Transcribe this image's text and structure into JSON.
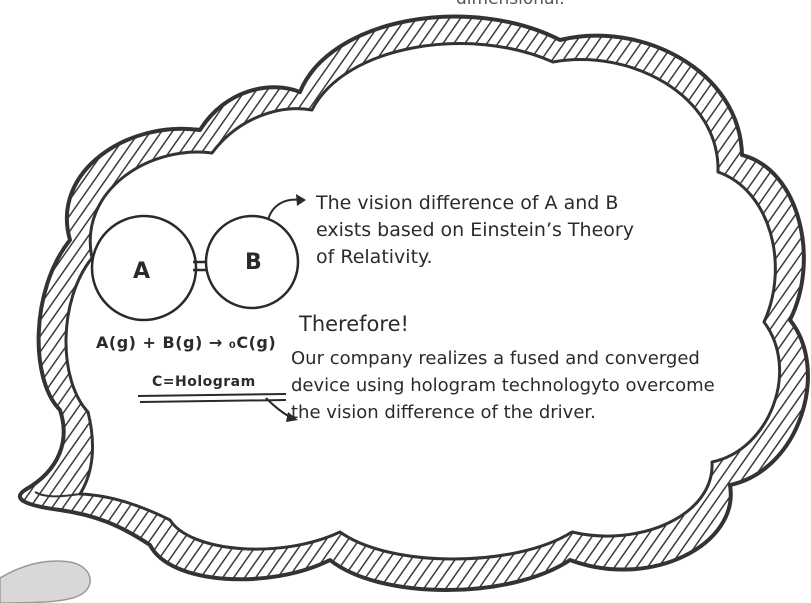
{
  "top_caption": "dimensional.",
  "diagram": {
    "circle_a_label": "A",
    "circle_b_label": "B"
  },
  "vision_text": {
    "line1": "The vision difference of A and B",
    "line2": "exists based on Einstein’s Theory",
    "line3": "of Relativity."
  },
  "equation": "A(g) + B(g) → ₀C(g)",
  "hologram_definition": "C=Hologram",
  "therefore_heading": "Therefore!",
  "conclusion": {
    "line1": "Our company realizes a fused and converged",
    "line2": "device using hologram technologyto overcome",
    "line3": "the vision difference of the driver."
  },
  "colors": {
    "outline": "#3a3a3a",
    "hatch": "#3a3a3a",
    "text": "#2b2b2b",
    "hand": "#cfcfcf"
  }
}
